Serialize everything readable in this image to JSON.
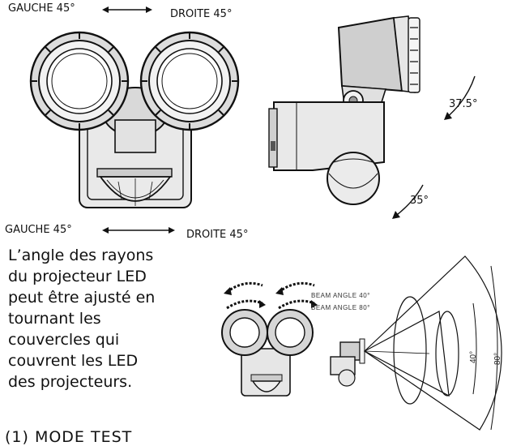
{
  "top_view": {
    "left_label": "GAUCHE 45°",
    "right_label": "DROITE 45°"
  },
  "side_view": {
    "angle_up": "37.5°",
    "angle_down": "35°"
  },
  "bottom_labels": {
    "left_label": "GAUCHE 45°",
    "right_label": "DROITE 45°"
  },
  "description": {
    "lines": [
      "L’angle des rayons",
      "du projecteur LED",
      "peut être ajusté en",
      "tournant les",
      "couvercles qui",
      "couvrent les LED",
      "des projecteurs."
    ]
  },
  "beam_diagram": {
    "beam_angle_1": "BEAM ANGLE 40°",
    "beam_angle_2": "BEAM ANGLE 80°",
    "measure_1": "40°",
    "measure_2": "80°"
  },
  "footer": {
    "section_title_cut": "(1) MODE TEST"
  },
  "colors": {
    "ink": "#111111",
    "body_fill": "#e6e6e6",
    "shade_fill": "#bdbdbd"
  }
}
